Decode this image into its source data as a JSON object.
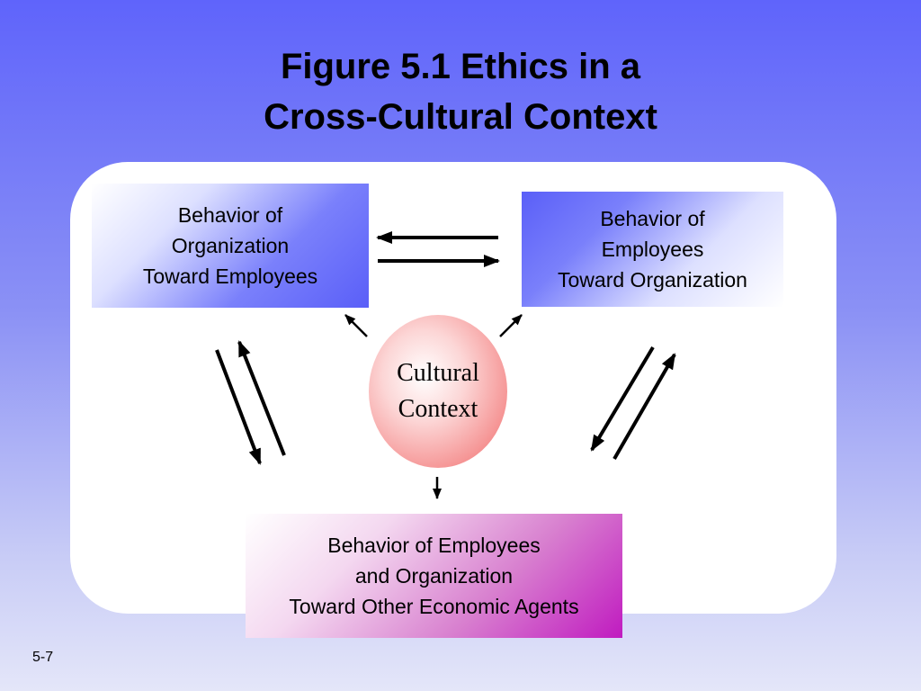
{
  "title": {
    "line1": "Figure 5.1 Ethics in a",
    "line2": "Cross-Cultural Context"
  },
  "boxes": {
    "organization": {
      "lines": [
        "Behavior of",
        "Organization",
        "Toward Employees"
      ]
    },
    "employees": {
      "lines": [
        "Behavior of",
        "Employees",
        "Toward Organization"
      ]
    },
    "agents": {
      "lines": [
        "Behavior of Employees",
        "and Organization",
        "Toward Other Economic Agents"
      ]
    }
  },
  "context": {
    "lines": [
      "Cultural",
      "Context"
    ]
  },
  "slide_number": "5-7",
  "colors": {
    "blue": "#5a5ff8",
    "magenta": "#c01bc0",
    "context_red": "#ee6a6a"
  }
}
